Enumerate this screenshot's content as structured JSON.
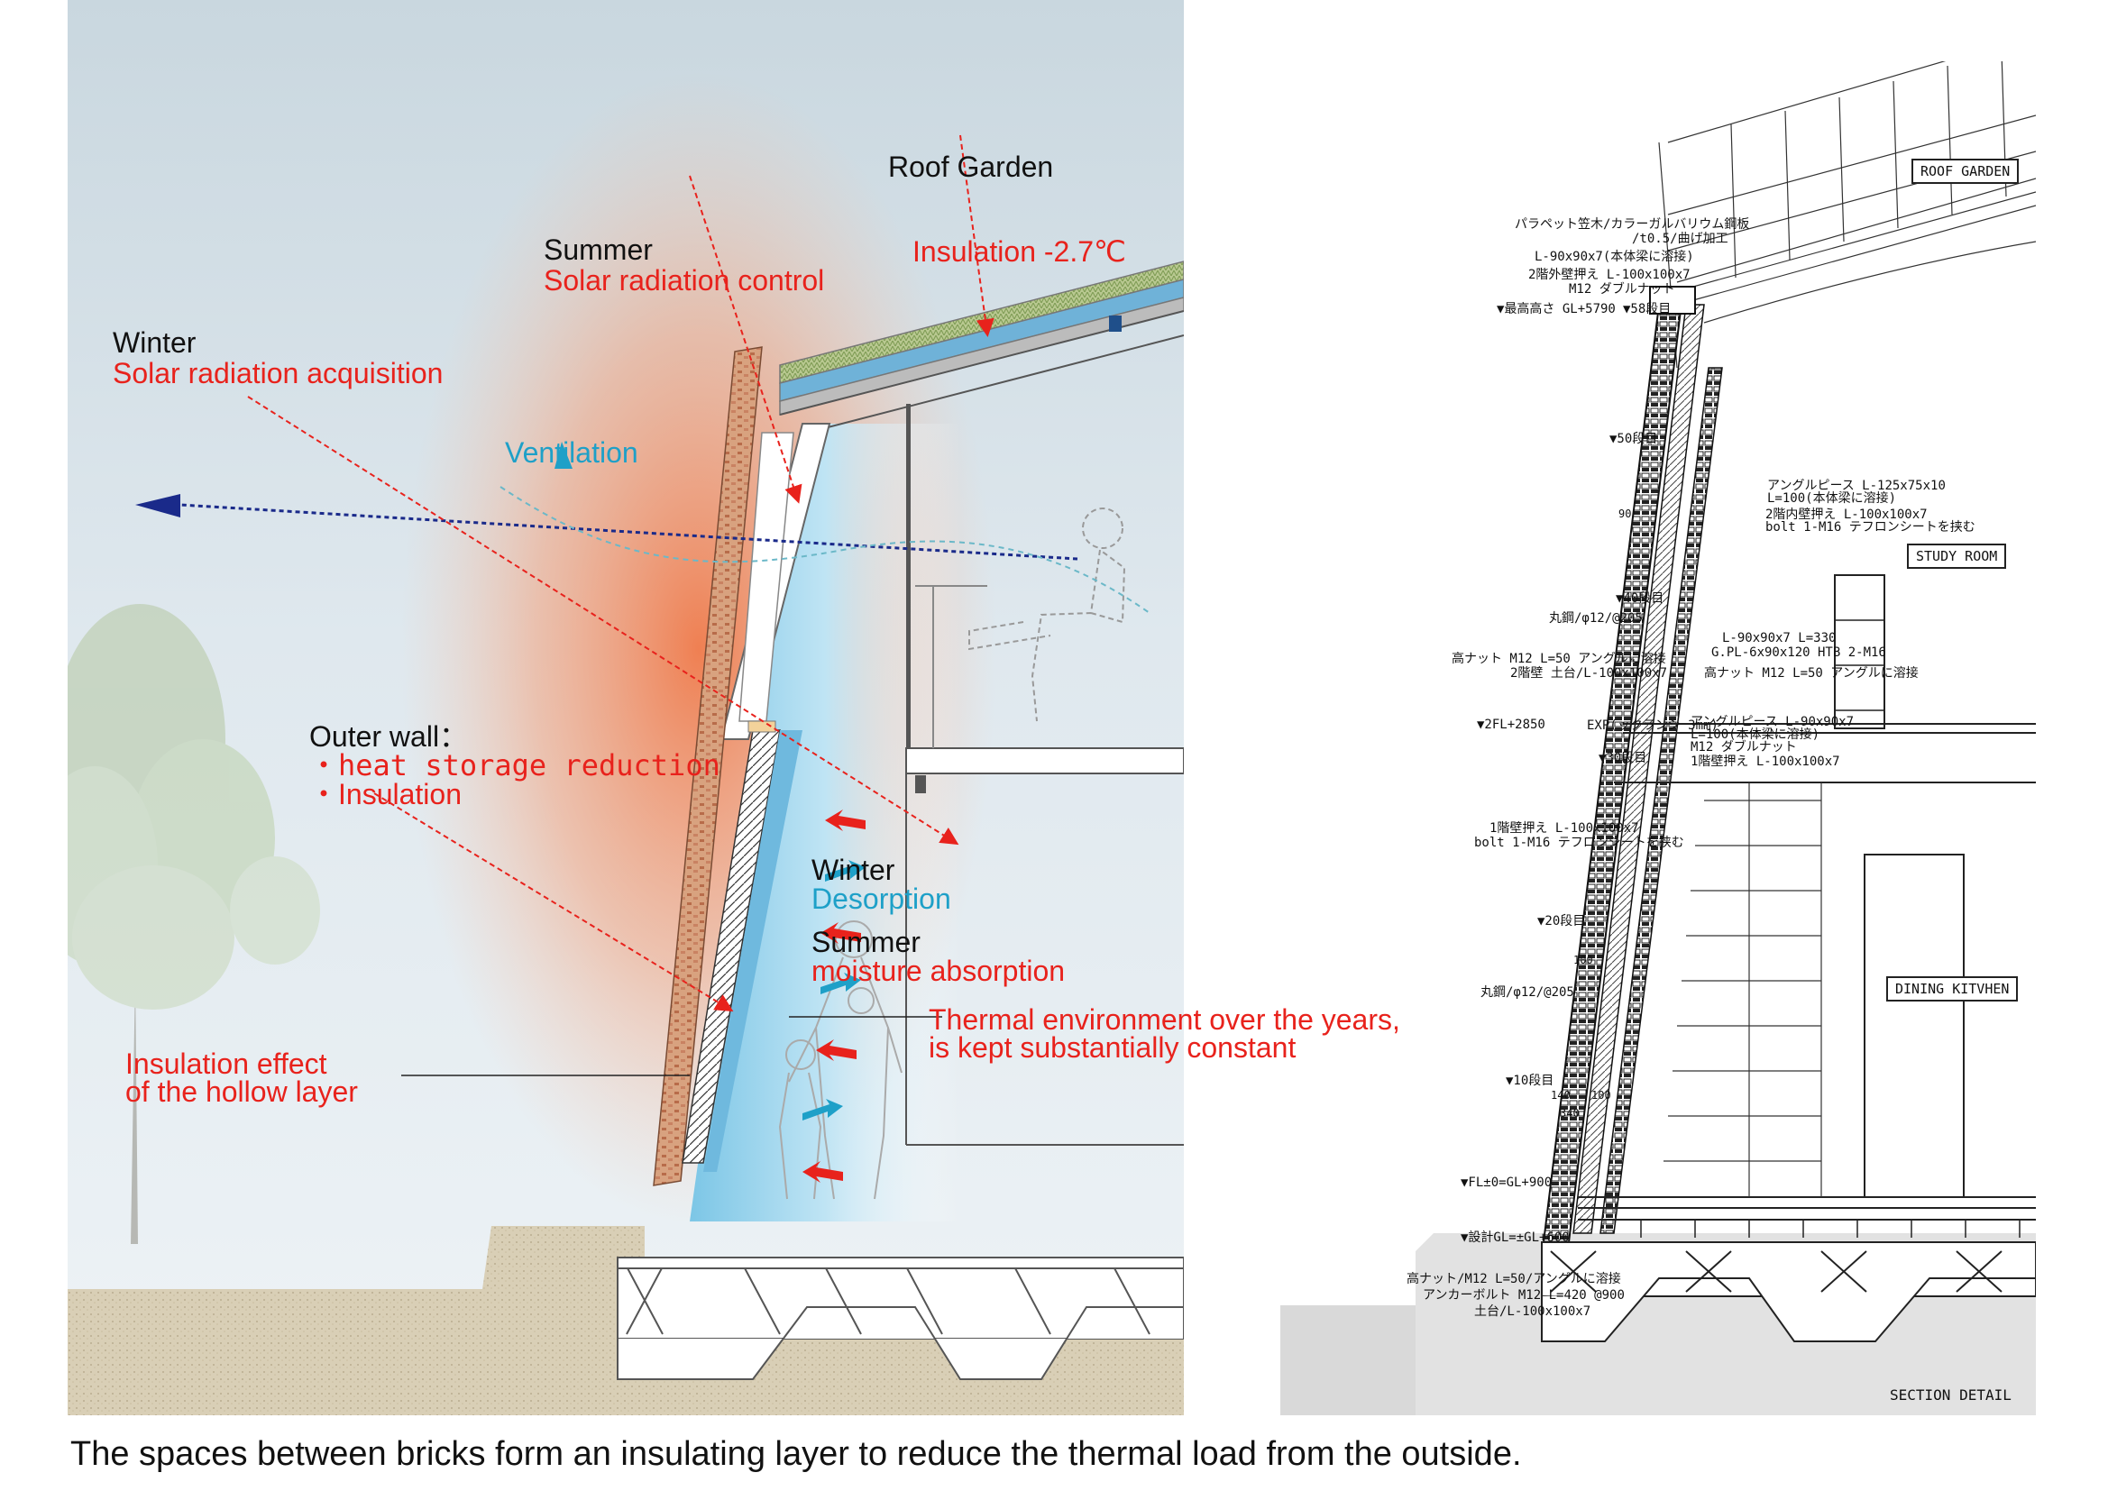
{
  "left": {
    "labels": {
      "roof_garden": "Roof Garden",
      "insulation_roof": "Insulation -2.7℃",
      "summer_title": "Summer",
      "summer_solar": "Solar radiation control",
      "winter_title": "Winter",
      "winter_solar": "Solar radiation acquisition",
      "ventilation": "Ventilation",
      "outer_wall": "Outer wall：",
      "heat_storage": "・heat storage reduction",
      "insulation_item": "・Insulation",
      "winter2": "Winter",
      "desorption": "Desorption",
      "summer2": "Summer",
      "moisture": "moisture absorption",
      "thermal_line1": "Thermal environment over the years,",
      "thermal_line2": "is kept substantially constant",
      "hollow_line1": "Insulation effect",
      "hollow_line2": "of the hollow layer"
    }
  },
  "right": {
    "room_labels": {
      "roof_garden": "ROOF GARDEN",
      "study_room": "STUDY ROOM",
      "dining": "DINING KITVHEN",
      "section_detail": "SECTION DETAIL"
    },
    "annotations": [
      "パラペット笠木/カラーガルバリウム鋼板",
      "/t0.5/曲げ加工",
      "L-90x90x7(本体梁に溶接)",
      "2階外壁押え L-100x100x7",
      "M12 ダブルナット",
      "▼最高高さ GL+5790",
      "▼58段目",
      "▼50段目",
      "▼40段目",
      "丸鋼/φ12/@205",
      "高ナット M12 L=50 アングルに溶接",
      "2階壁 土台/L-100x100x7",
      "▼2FL+2850",
      "EXP(ックランシ 3mm)",
      "▼30段目",
      "1階壁押え L-100x100x7",
      "bolt 1-M16 テフロンシートを挟む",
      "▼20段目",
      "丸鋼/φ12/@205",
      "▼10段目",
      "▼FL±0=GL+900",
      "▼設計GL=±GL+600",
      "高ナット/M12 L=50/アングルに溶接",
      "アンカーボルト M12 L=420 @900",
      "土台/L-100x100x7",
      "アングルピース L-125x75x10",
      "L=100(本体梁に溶接)",
      "2階内壁押え L-100x100x7",
      "bolt 1-M16 テフロンシートを挟む",
      "L-90x90x7 L=330",
      "G.PL-6x90x120 HTB 2-M16",
      "高ナット M12 L=50 アングルに溶接",
      "アングルピース L-90x90x7",
      "L=100(本体梁に溶接)",
      "M12 ダブルナット",
      "1階壁押え L-100x100x7",
      "90",
      "100",
      "140",
      "340",
      "100"
    ]
  },
  "caption": "The spaces between bricks form an insulating layer to reduce the thermal load from the outside.",
  "colors": {
    "red_label": "#e8221c",
    "cyan_label": "#1ea0c8",
    "ventilation_arrow": "#1a2a8a",
    "warm_glow": "#f08a5d",
    "cool_glow": "#9fd8ef"
  }
}
